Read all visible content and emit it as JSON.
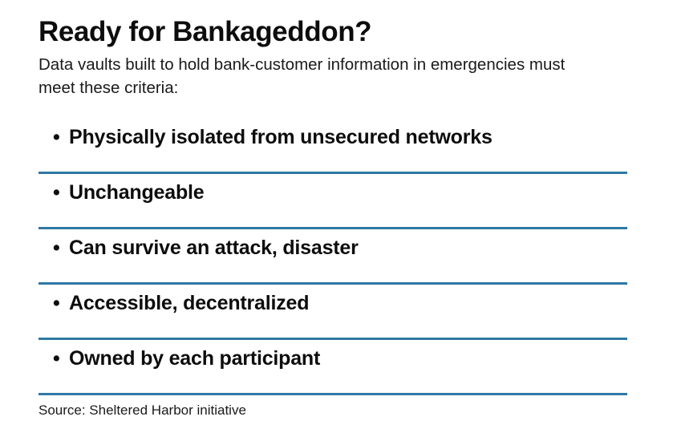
{
  "header": {
    "title": "Ready for Bankageddon?",
    "subtitle": "Data vaults built to hold bank-customer information in emergencies must meet these criteria:"
  },
  "criteria": {
    "bullet_glyph": "•",
    "items": [
      {
        "label": "Physically isolated from unsecured networks"
      },
      {
        "label": "Unchangeable"
      },
      {
        "label": "Can survive an attack, disaster"
      },
      {
        "label": "Accessible, decentralized"
      },
      {
        "label": "Owned by each participant"
      }
    ]
  },
  "footer": {
    "source": "Source: Sheltered Harbor initiative"
  },
  "colors": {
    "background": "#ffffff",
    "text": "#0d0d0d",
    "rule": "#2e79a6"
  }
}
